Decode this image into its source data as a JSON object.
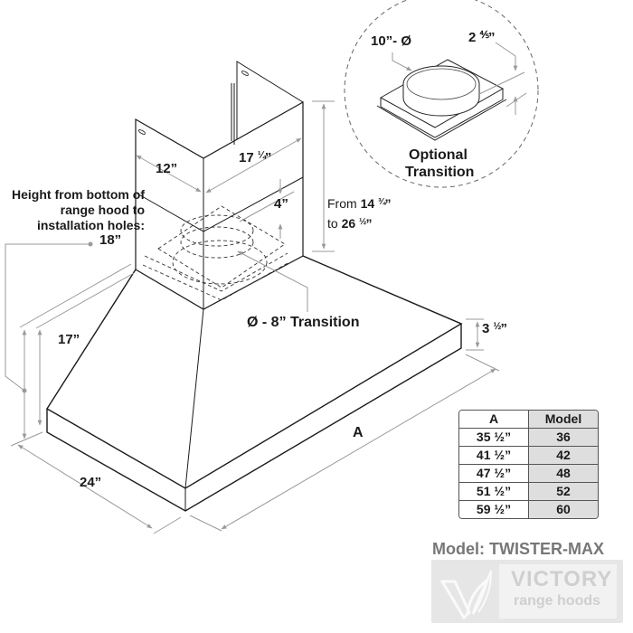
{
  "dimensions": {
    "chimney_depth": "12”",
    "chimney_width_whole": "17",
    "chimney_width_frac": "¼",
    "chimney_overlap": "4”",
    "chimney_height_prefix": "From",
    "chimney_height_min_whole": "14",
    "chimney_height_min_frac": "¾",
    "chimney_height_to": "to",
    "chimney_height_max_whole": "26",
    "chimney_height_max_frac": "½",
    "transition_label": "Ø - 8” Transition",
    "canopy_height": "17”",
    "hood_depth": "24”",
    "hood_width": "A",
    "front_height_whole": "3",
    "front_height_frac": "½",
    "install_holes_label": "Height from bottom of range hood to installation holes:",
    "install_holes_value": "18”"
  },
  "optional_transition": {
    "diameter_label": "10”- Ø",
    "height_whole": "2",
    "height_frac": "⅘",
    "title_line1": "Optional",
    "title_line2": "Transition"
  },
  "size_table": {
    "headers": [
      "A",
      "Model"
    ],
    "rows": [
      {
        "a_whole": "35",
        "a_frac": "½",
        "model": "36"
      },
      {
        "a_whole": "41",
        "a_frac": "½",
        "model": "42"
      },
      {
        "a_whole": "47",
        "a_frac": "½",
        "model": "48"
      },
      {
        "a_whole": "51",
        "a_frac": "½",
        "model": "52"
      },
      {
        "a_whole": "59",
        "a_frac": "½",
        "model": "60"
      }
    ]
  },
  "footer": {
    "model_title": "Model: TWISTER-MAX",
    "brand": "VICTORY",
    "brand_sub": "range hoods"
  },
  "colors": {
    "line": "#1a1a1a",
    "dimension": "#9a9a9a",
    "table_shade": "#dedede",
    "logo_bg": "#e6e6e6"
  }
}
